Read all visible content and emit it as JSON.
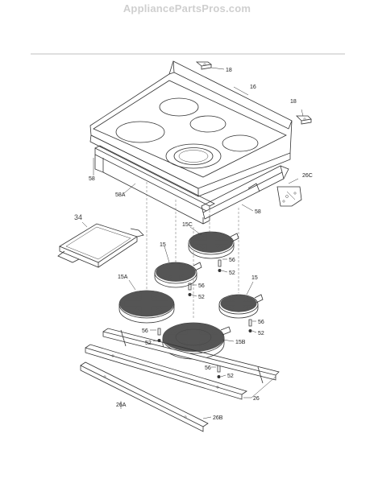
{
  "site": {
    "header": "AppliancePartsPros.com"
  },
  "callouts": {
    "c18a": "18",
    "c16": "16",
    "c18b": "18",
    "c58": "58",
    "c58a": "58A",
    "c26c": "26C",
    "c58b": "58",
    "c34": "34",
    "c15c": "15C",
    "c15a": "15",
    "c56a": "56",
    "c52a": "52",
    "c56b": "56",
    "c52b": "52",
    "c15d": "15",
    "c15aa": "15A",
    "c56c": "56",
    "c52c": "52",
    "c56d": "56",
    "c52d": "52",
    "c15b": "15B",
    "c56e": "56",
    "c52e": "52",
    "c26": "26",
    "c26a": "26A",
    "c26b": "26B"
  }
}
